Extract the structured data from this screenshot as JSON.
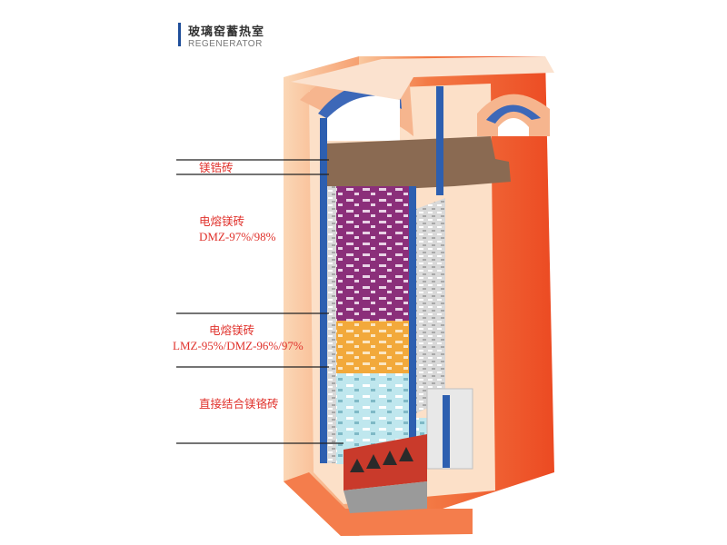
{
  "header": {
    "title_cn": "玻璃窑蓄热室",
    "title_en": "REGENERATOR"
  },
  "labels": {
    "mag_zirconia": "镁锆砖",
    "fused_mag_cn": "电熔镁砖",
    "fused_mag_grade": "DMZ-97%/98%",
    "fused_mag2_cn": "电熔镁砖",
    "fused_mag2_grade": "LMZ-95%/DMZ-96%/97%",
    "direct_bond": "直接结合镁铬砖"
  },
  "colors": {
    "shell_orange": "#f05a2a",
    "shell_light": "#f9c9a0",
    "zirconia_brown": "#8a6a52",
    "magnesia_purple": "#8b2f7a",
    "orange_zone": "#f2a93b",
    "cyan_zone": "#bfe7ee",
    "blue_lining": "#2d5fb0",
    "label_red": "#e0322c",
    "leader_line": "#222222"
  }
}
